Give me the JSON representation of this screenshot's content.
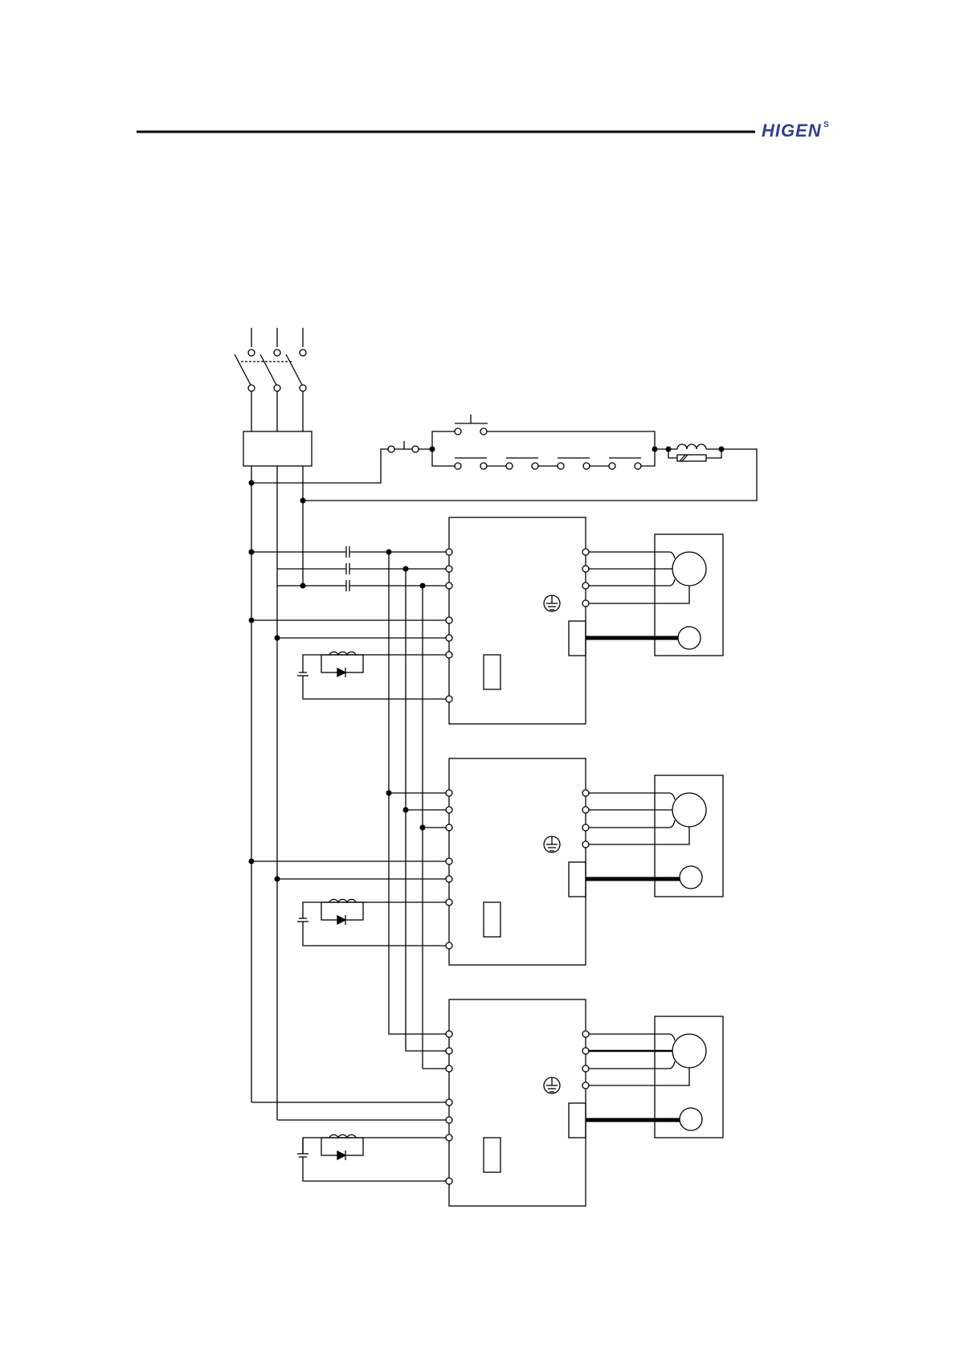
{
  "header": {
    "brand_name": "HIGEN",
    "brand_superscript": "S",
    "brand_color": "#2f3f8f",
    "rule_color": "#000000"
  },
  "diagram": {
    "line_color": "#000000",
    "drive_count": 3,
    "motor_count": 3
  }
}
